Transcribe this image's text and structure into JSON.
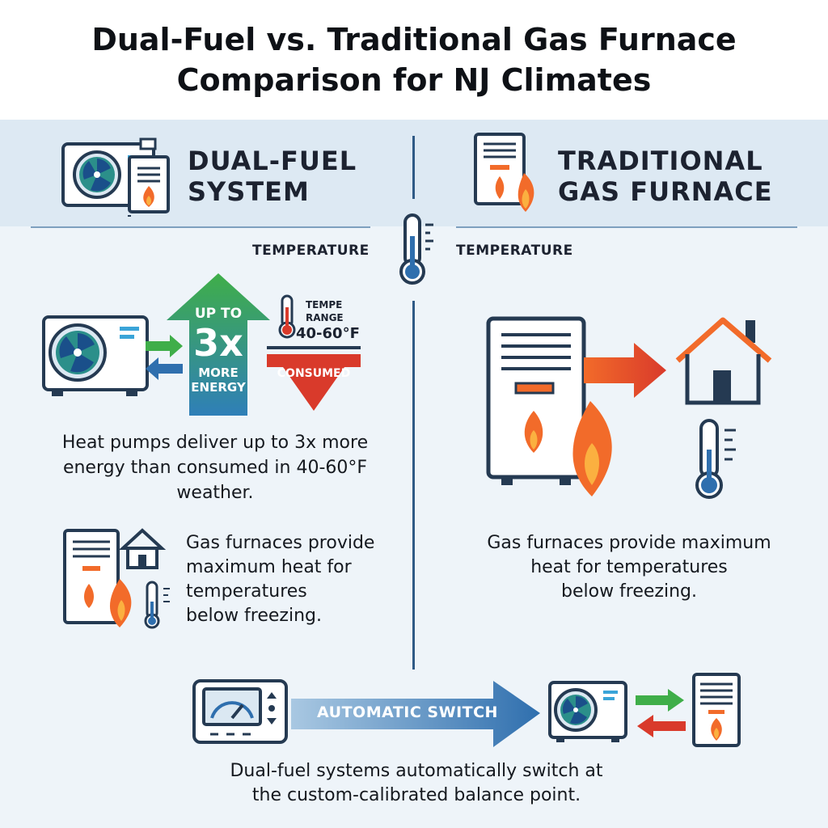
{
  "title": {
    "line1": "Dual-Fuel vs. Traditional Gas Furnace",
    "line2": "Comparison for NJ Climates"
  },
  "left_column": {
    "header_line1": "DUAL-FUEL",
    "header_line2": "SYSTEM",
    "temperature_label": "TEMPERATURE",
    "arrow_up_line1": "UP TO",
    "arrow_up_big": "3x",
    "arrow_up_line2": "MORE",
    "arrow_up_line3": "ENERGY",
    "temp_range_line1": "TEMPE",
    "temp_range_line2": "RANGE",
    "temp_range_value": "40-60°F",
    "consumed_label": "CONSUMED",
    "heat_pump_text": "Heat pumps deliver up to 3x more energy than consumed in 40-60°F weather.",
    "furnace_text_line1": "Gas furnaces provide",
    "furnace_text_line2": "maximum heat for",
    "furnace_text_line3": "temperatures",
    "furnace_text_line4": "below freezing."
  },
  "right_column": {
    "header_line1": "TRADITIONAL",
    "header_line2": "GAS FURNACE",
    "temperature_label": "TEMPERATURE",
    "furnace_text_line1": "Gas furnaces provide maximum",
    "furnace_text_line2": "heat for temperatures",
    "furnace_text_line3": "below freezing."
  },
  "bottom": {
    "switch_label": "AUTOMATIC SWITCH",
    "caption_line1": "Dual-fuel systems automatically switch at",
    "caption_line2": "the custom-calibrated balance point."
  },
  "colors": {
    "green": "#3fae49",
    "red": "#d93a2b",
    "orange": "#f26b2a",
    "blue": "#2f6fae",
    "teal": "#2b8f8a",
    "navy": "#253a52"
  }
}
